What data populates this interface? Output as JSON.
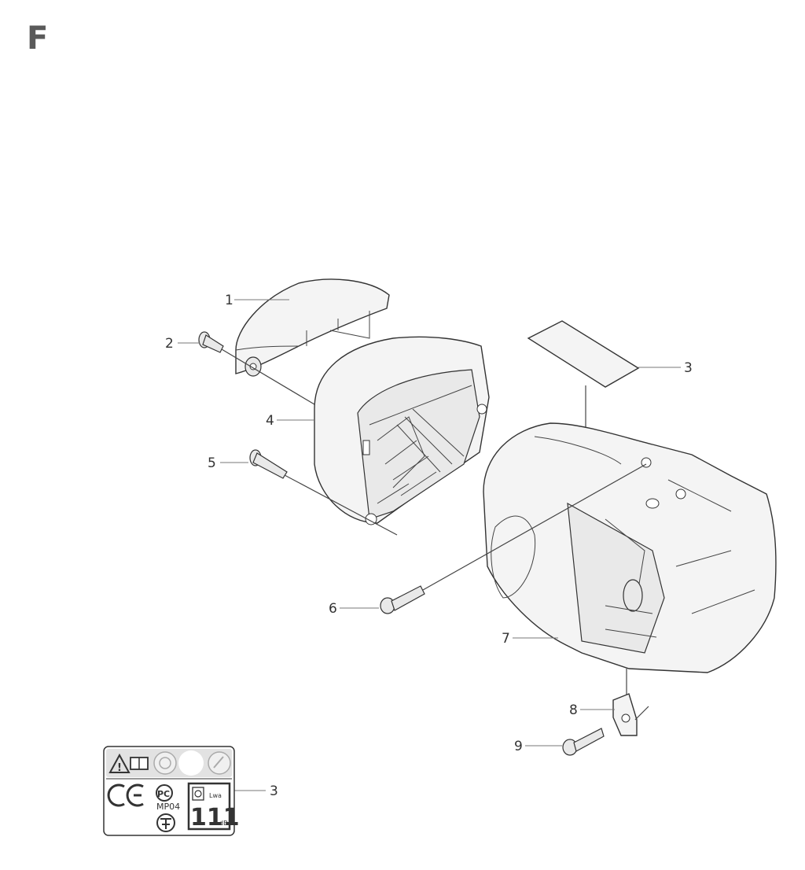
{
  "section_letter": "F",
  "callouts": [
    {
      "id": "1",
      "label": "1"
    },
    {
      "id": "2",
      "label": "2"
    },
    {
      "id": "3",
      "label": "3"
    },
    {
      "id": "4",
      "label": "4"
    },
    {
      "id": "5",
      "label": "5"
    },
    {
      "id": "6",
      "label": "6"
    },
    {
      "id": "7",
      "label": "7"
    },
    {
      "id": "8",
      "label": "8"
    },
    {
      "id": "9",
      "label": "9"
    },
    {
      "id": "3b",
      "label": "3"
    }
  ],
  "decal": {
    "cert_code": "MP04",
    "sound_level": "111",
    "sound_unit": "dB",
    "lwa_label": "Lwa"
  },
  "icons": [
    "warning-triangle-icon",
    "manual-book-icon",
    "ear-protection-icon",
    "eye-protection-icon",
    "ce-mark-icon",
    "pct-cert-icon",
    "gost-cert-icon"
  ]
}
